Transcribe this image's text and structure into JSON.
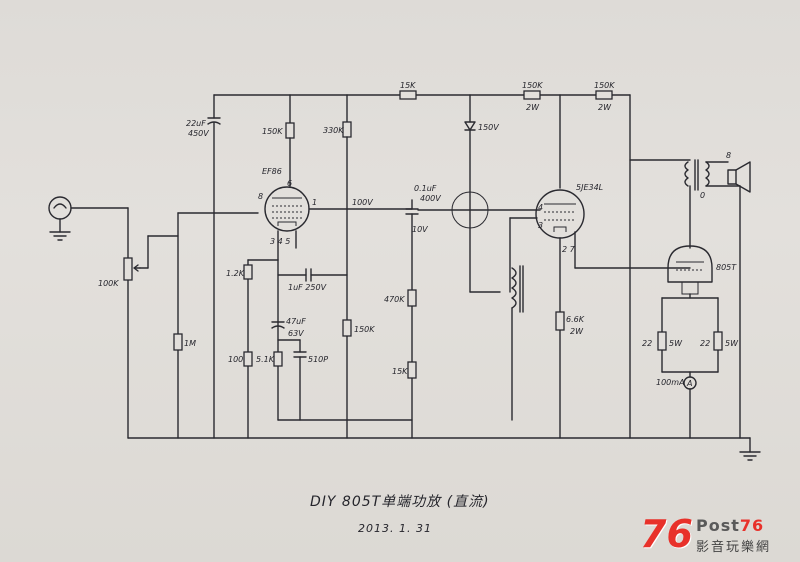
{
  "title": "DIY 805T单端功放 (直流)",
  "date": "2013. 1. 31",
  "logo": {
    "number": "76",
    "word_a": "Post",
    "word_b": "76",
    "tagline": "影音玩樂網"
  },
  "labels": {
    "cap_22uf": "22uF",
    "cap_22uf_v": "450V",
    "r_150k_a": "150K",
    "r_330k": "330K",
    "r_15k_top": "15K",
    "r_150k_top": "150K",
    "r_150k_top_w": "2W",
    "r_150k_top2": "150K",
    "r_150k_top2_w": "2W",
    "tube_ef86": "EF86",
    "pin8": "8",
    "pin6": "6",
    "pin1": "1",
    "pin345": "3 4 5",
    "v100": "100V",
    "cap_01uf": "0.1uF",
    "cap_01uf_v": "400V",
    "v10": "10V",
    "v150": "150V",
    "tube_5z": "5JE34L",
    "pin4": "4",
    "pin3": "3",
    "pin27": "2 7",
    "pin_top8": "8",
    "pin_0": "0",
    "r_100k_pot": "100K",
    "r_1m": "1M",
    "r_12k": "1.2K",
    "cap_1uf": "1uF 250V",
    "cap_47uf": "47uF",
    "cap_47uf_v": "63V",
    "r_100": "100",
    "r_51k": "5.1K",
    "cap_510p": "510P",
    "r_150k_b": "150K",
    "r_470k": "470K",
    "r_15k_b": "15K",
    "r_66k": "6.6K",
    "r_66k_w": "2W",
    "tube_805t": "805T",
    "r_22_a": "22",
    "r_22_a_w": "5W",
    "r_22_b": "22",
    "r_22_b_w": "5W",
    "meter": "100mA",
    "meter_sym": "A"
  }
}
